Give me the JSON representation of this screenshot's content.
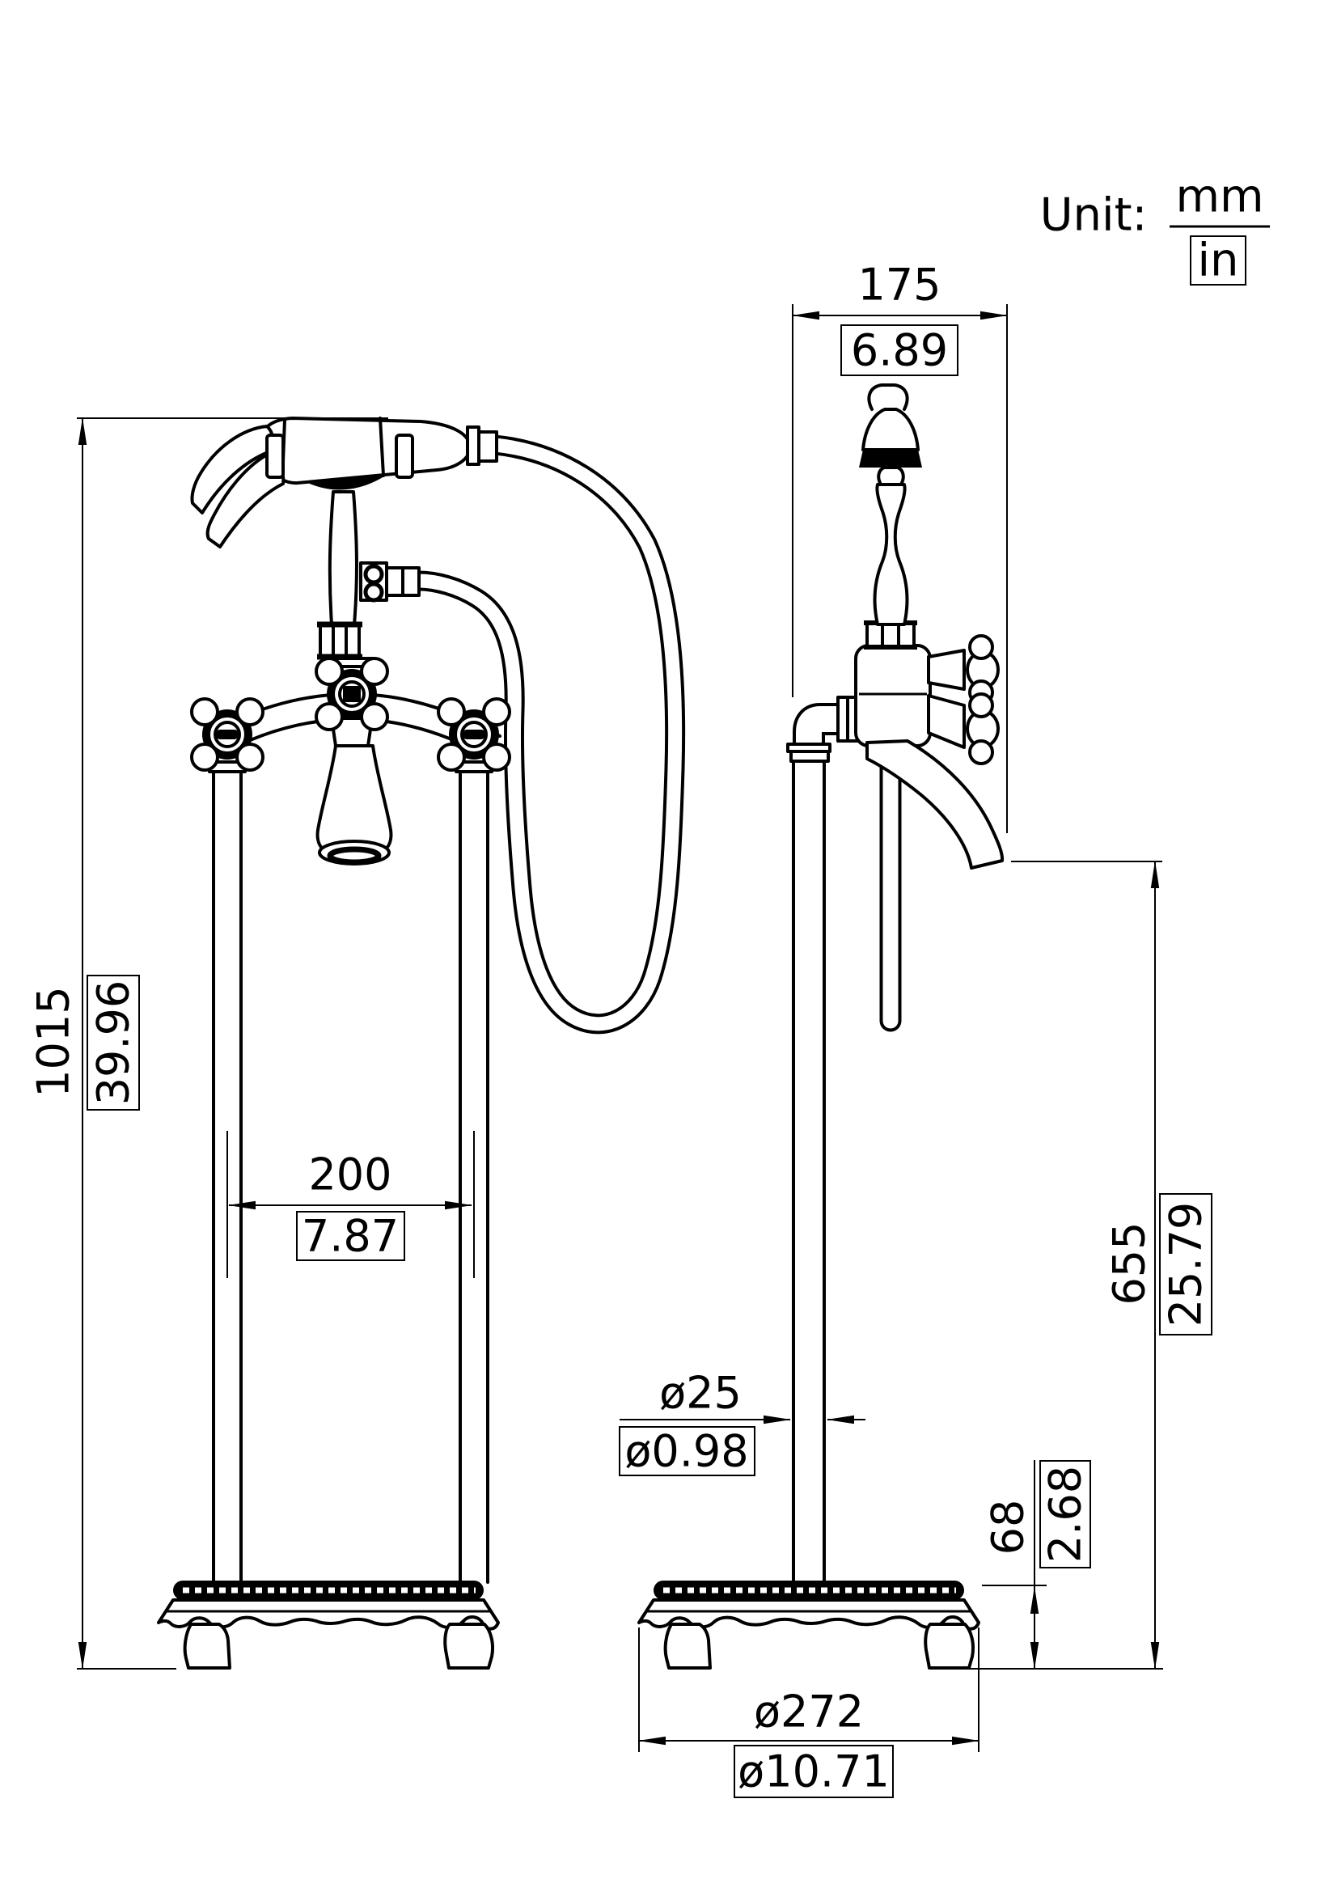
{
  "title": "Freestanding clawfoot tub faucet dimension drawing",
  "unit": {
    "label": "Unit:",
    "numerator": "mm",
    "denominator": "in"
  },
  "dimensions": {
    "top_width": {
      "mm": "175",
      "in": "6.89"
    },
    "total_height": {
      "mm": "1015",
      "in": "39.96"
    },
    "handle_spacing": {
      "mm": "200",
      "in": "7.87"
    },
    "pipe_diameter": {
      "mm": "ø25",
      "in": "ø0.98"
    },
    "spout_height": {
      "mm": "655",
      "in": "25.79"
    },
    "base_height": {
      "mm": "68",
      "in": "2.68"
    },
    "base_diameter": {
      "mm": "ø272",
      "in": "ø10.71"
    }
  }
}
